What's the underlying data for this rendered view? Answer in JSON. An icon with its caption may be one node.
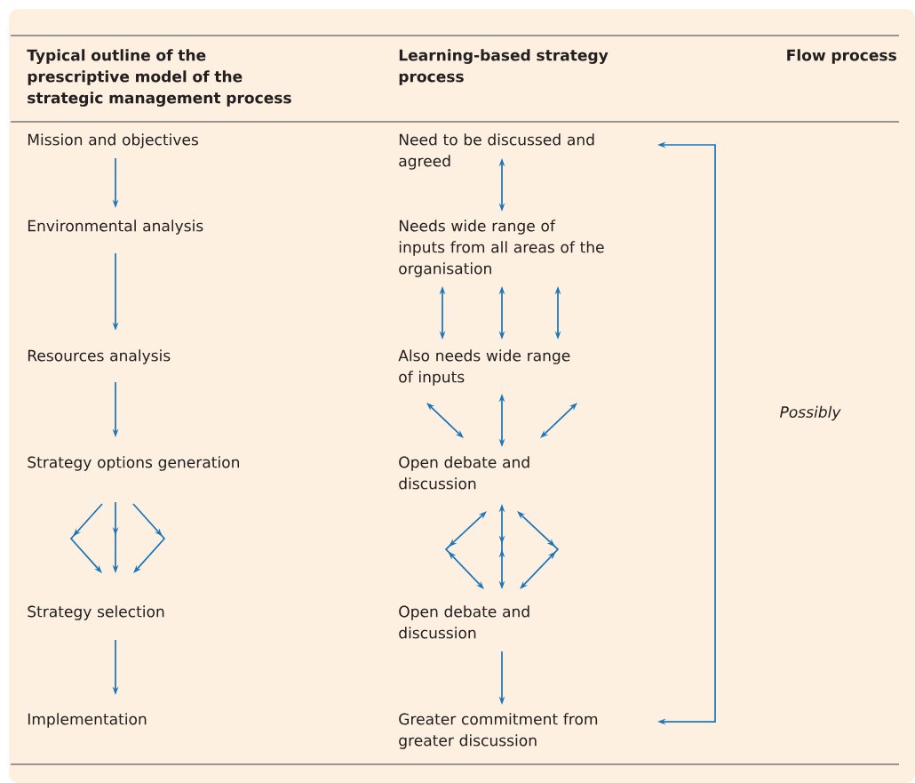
{
  "diagram": {
    "nodes": [
      {
        "text": [
          "Mission and objectives"
        ]
      },
      {
        "text": [
          "Environmental analysis"
        ]
      },
      {
        "text": [
          "Resources analysis"
        ]
      },
      {
        "text": [
          "Strategy options generation"
        ]
      },
      {
        "text": [
          "Strategy selection"
        ]
      },
      {
        "text": [
          "Implementation"
        ]
      },
      {
        "text": [
          "Need to be discussed and agreed"
        ]
      },
      {
        "text": [
          "Needs wide range of inputs from all areas of the organisation"
        ]
      },
      {
        "text": [
          "Also needs wide range of inputs"
        ]
      },
      {
        "text": [
          "Open debate and discussion"
        ]
      },
      {
        "text": [
          "Open debate and discussion"
        ]
      },
      {
        "text": [
          "Greater commitment from greater discussion"
        ]
      }
    ],
    "edges": [
      {
        "from": 0,
        "to": 1,
        "arrow": "to"
      },
      {
        "from": 1,
        "to": 2,
        "arrow": "to"
      },
      {
        "from": 2,
        "to": 3,
        "arrow": "to"
      },
      {
        "from": 3,
        "to": 4,
        "arrow": "to"
      },
      {
        "from": 3,
        "to": 4,
        "arrow": "to"
      },
      {
        "from": 3,
        "to": 4,
        "arrow": "to"
      },
      {
        "from": 4,
        "to": 5,
        "arrow": "to"
      },
      {
        "from": 6,
        "to": 7,
        "arrow": "both"
      },
      {
        "from": 7,
        "to": 8,
        "arrow": "both"
      },
      {
        "from": 7,
        "to": 8,
        "arrow": "both"
      },
      {
        "from": 7,
        "to": 8,
        "arrow": "both"
      },
      {
        "from": 8,
        "to": 9,
        "arrow": "both"
      },
      {
        "from": 8,
        "to": 9,
        "arrow": "both"
      },
      {
        "from": 8,
        "to": 9,
        "arrow": "both"
      },
      {
        "from": 9,
        "to": 10,
        "arrow": "both"
      },
      {
        "from": 9,
        "to": 10,
        "arrow": "both"
      },
      {
        "from": 9,
        "to": 10,
        "arrow": "both"
      },
      {
        "from": 10,
        "to": 11,
        "arrow": "to"
      },
      {
        "from": 11,
        "to": 6,
        "arrow": "both",
        "label": "Possibly"
      }
    ],
    "labels": [
      "Typical outline of the prescriptive model of the strategic management process",
      "Learning-based strategy process",
      "Flow process"
    ]
  }
}
